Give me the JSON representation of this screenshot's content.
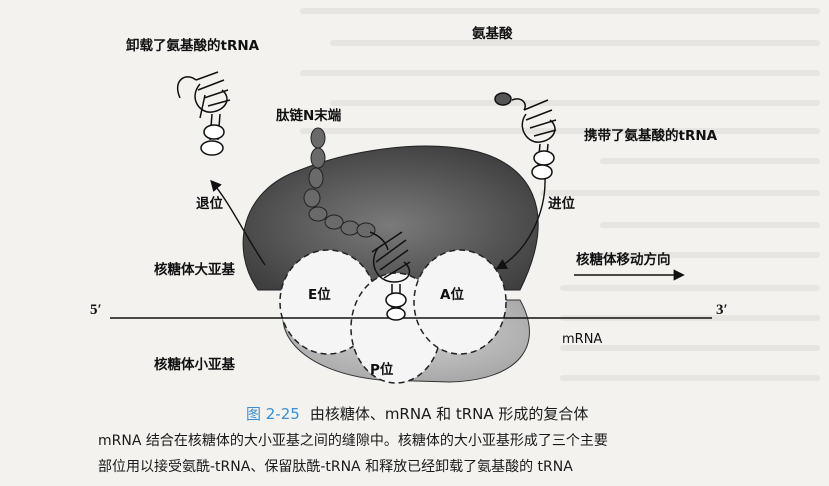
{
  "figure": {
    "labels": {
      "unloaded_trna": "卸载了氨基酸的tRNA",
      "amino_acid": "氨基酸",
      "n_terminus": "肽链N末端",
      "charged_trna": "携带了氨基酸的tRNA",
      "exit": "退位",
      "entry": "进位",
      "large_subunit": "核糖体大亚基",
      "move_direction": "核糖体移动方向",
      "e_site": "E位",
      "a_site": "A位",
      "five_prime": "5′",
      "three_prime": "3′",
      "mrna": "mRNA",
      "small_subunit": "核糖体小亚基",
      "p_site": "P位"
    }
  },
  "caption": {
    "number": "图 2-25",
    "title": "由核糖体、mRNA 和 tRNA 形成的复合体"
  },
  "description": {
    "line1": "mRNA 结合在核糖体的大小亚基之间的缝隙中。核糖体的大小亚基形成了三个主要",
    "line2": "部位用以接受氨酰-tRNA、保留肽酰-tRNA 和释放已经卸载了氨基酸的 tRNA"
  },
  "colors": {
    "large_subunit": "#5a5a5a",
    "small_subunit": "#bdbdbd",
    "caption_number": "#3b8fd0"
  }
}
